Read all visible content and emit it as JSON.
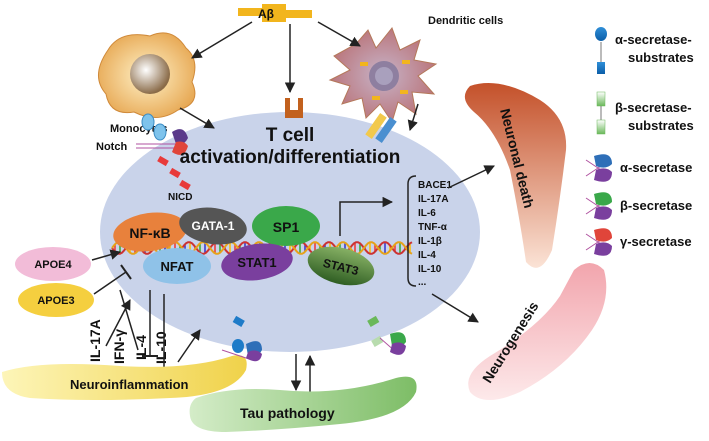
{
  "abeta": "Aβ",
  "monocytes": "Monocytes",
  "dendritic_cells": "Dendritic cells",
  "notch": "Notch",
  "nicd": "NICD",
  "tcell": {
    "line1": "T cell",
    "line2": "activation/differentiation"
  },
  "transcription_factors": {
    "nfkb": "NF-κB",
    "gata1": "GATA-1",
    "sp1": "SP1",
    "nfat": "NFAT",
    "stat1": "STAT1",
    "stat3": "STAT3"
  },
  "genes": [
    "BACE1",
    "IL-17A",
    "IL-6",
    "TNF-α",
    "IL-1β",
    "IL-4",
    "IL-10",
    "..."
  ],
  "apoe4": "APOE4",
  "apoe3": "APOE3",
  "cytokines": [
    "IL-17A",
    "IFN-γ",
    "IL-4",
    "IL-10"
  ],
  "neuroinflammation": "Neuroinflammation",
  "tau_pathology": "Tau pathology",
  "neuronal_death": "Neuronal death",
  "neurogenesis": "Neurogenesis",
  "legend": {
    "alpha_substrates": {
      "line1": "α-secretase-",
      "line2": "substrates"
    },
    "beta_substrates": {
      "line1": "β-secretase-",
      "line2": "substrates"
    },
    "alpha_secretase": "α-secretase",
    "beta_secretase": "β-secretase",
    "gamma_secretase": "γ-secretase"
  },
  "colors": {
    "ellipse": "#c9d3ea",
    "nfkb": "#e8813c",
    "gata1": "#555555",
    "sp1": "#3aa84a",
    "nfat": "#8fc2e8",
    "stat1": "#7a3f9e",
    "stat3": "#5c8a3c",
    "apoe4": "#f2bcd8",
    "apoe3": "#f5cf3f",
    "neuroinflammation": "#f3e06a",
    "tau": "#8fc77a",
    "neuronal_death": "#c5532e",
    "neurogenesis": "#f5bcc0"
  }
}
